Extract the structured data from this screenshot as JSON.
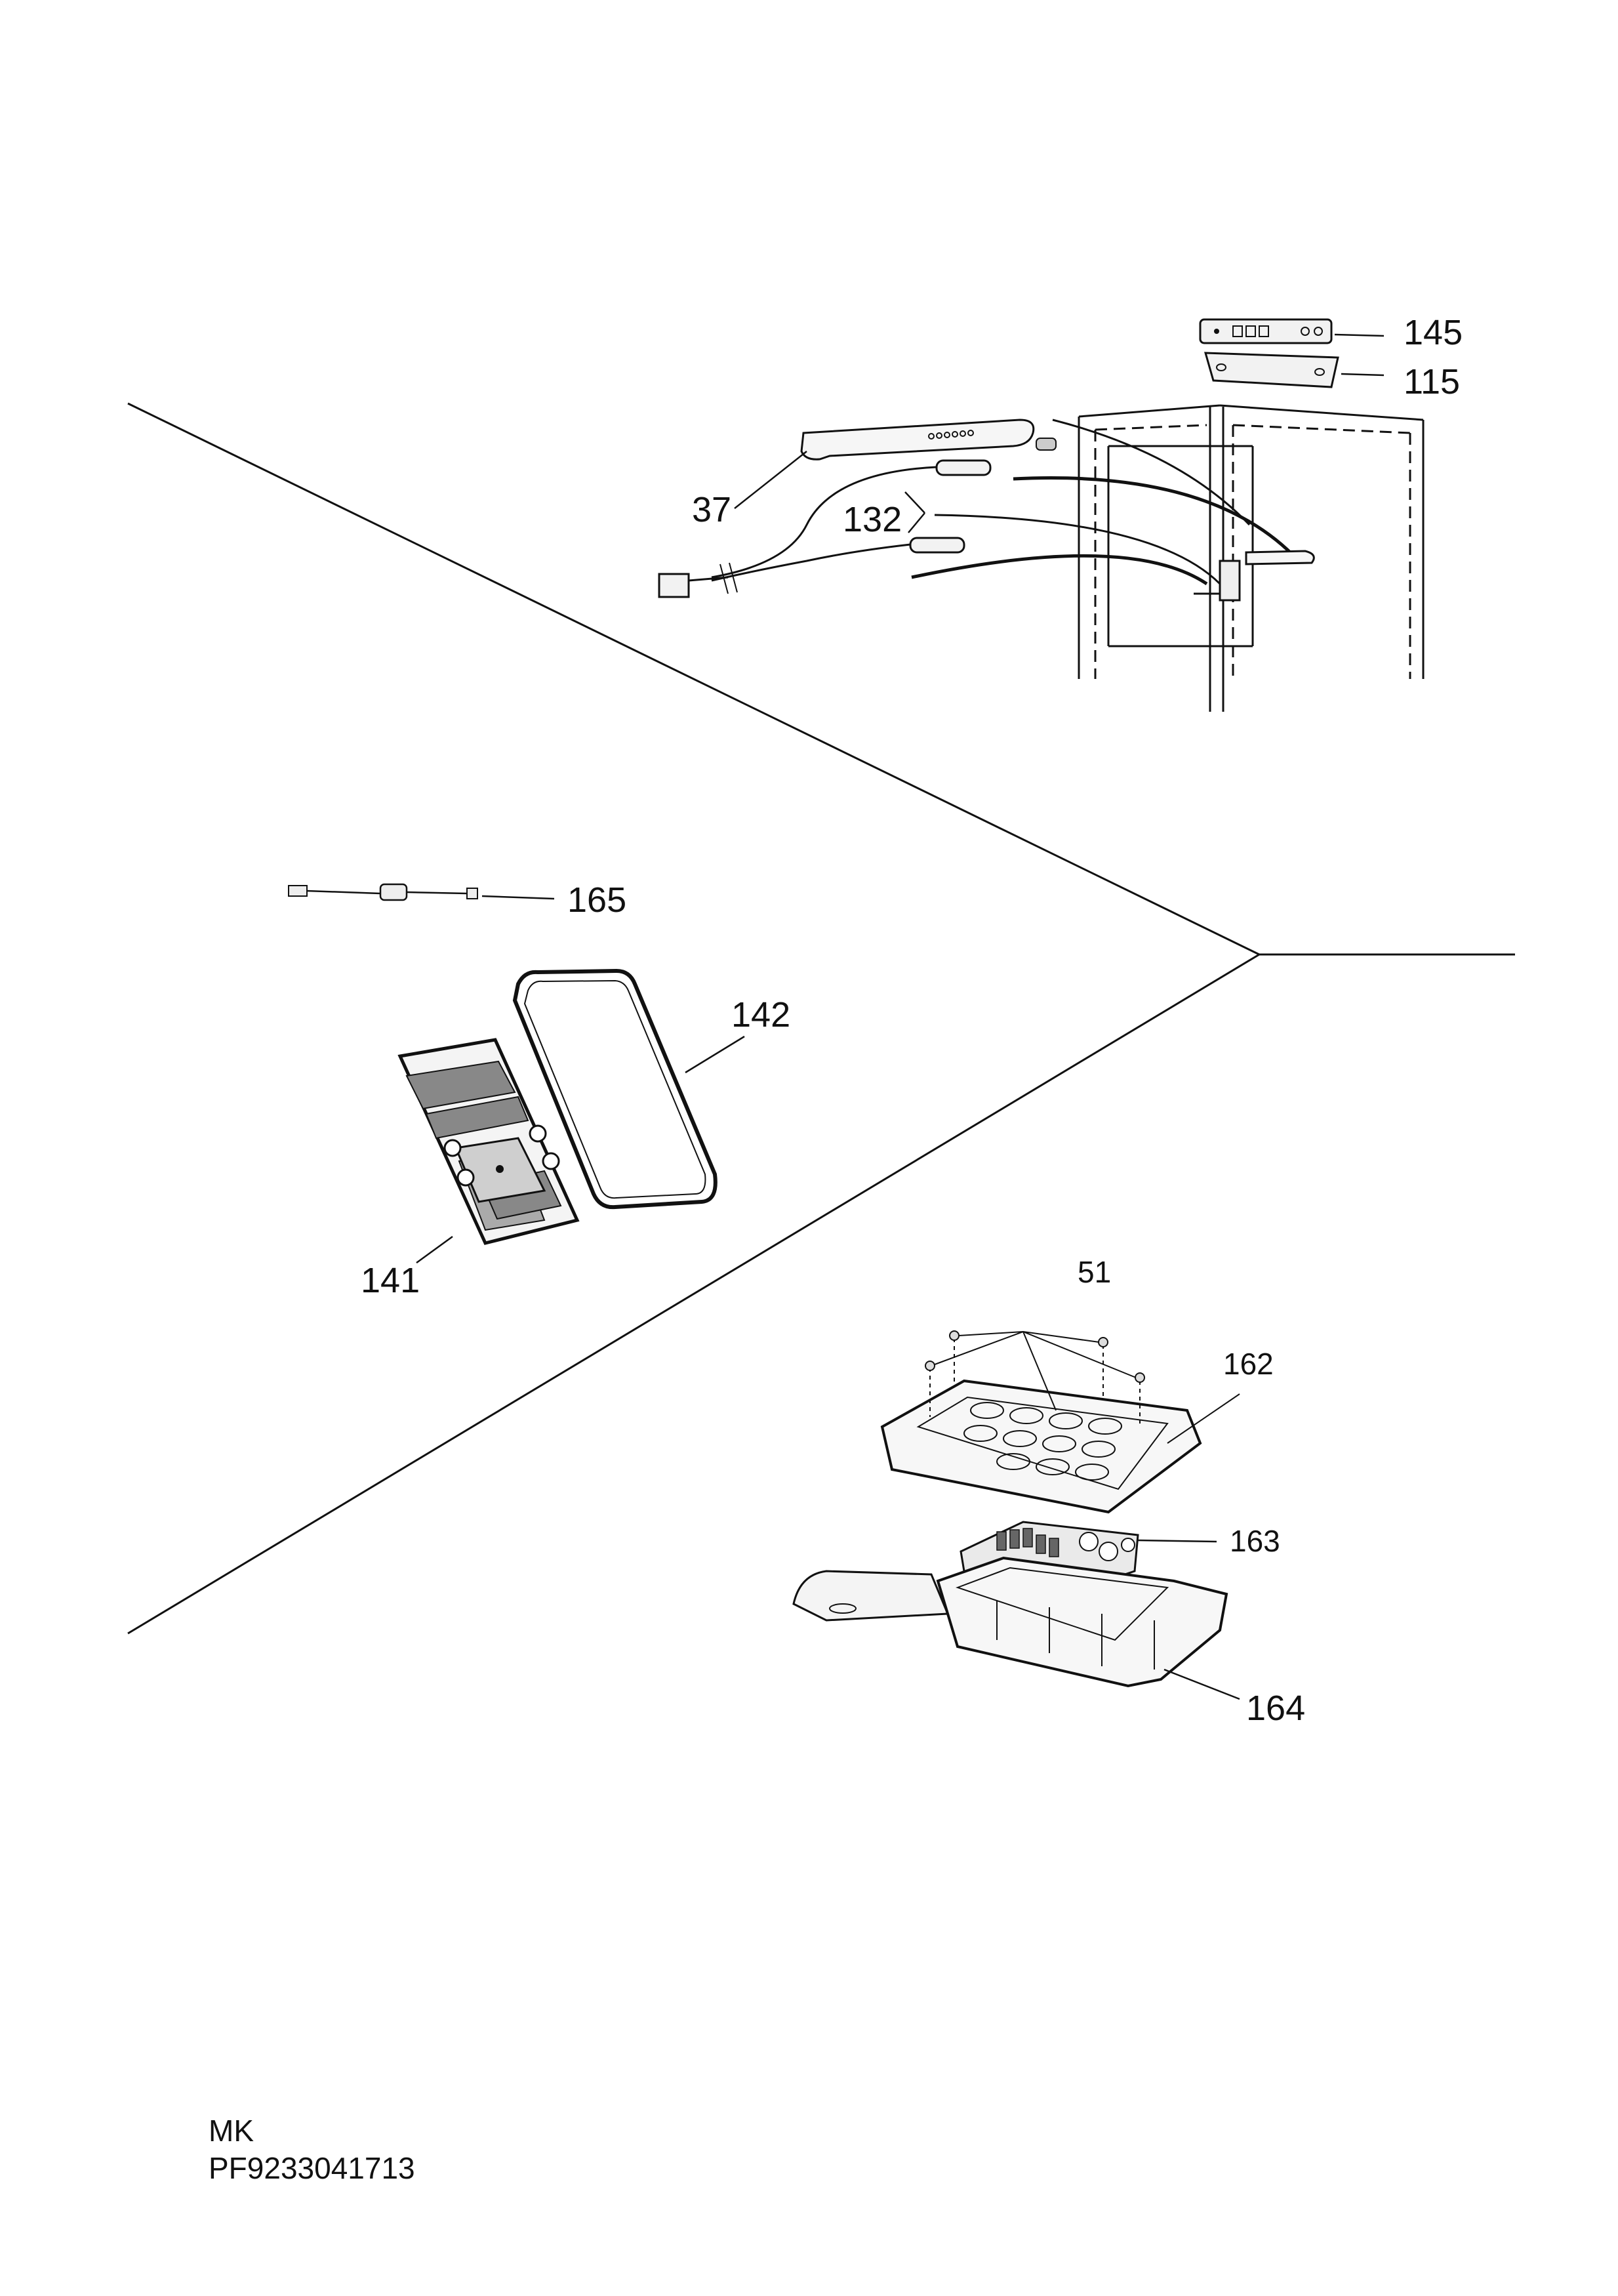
{
  "callouts": {
    "c145": "145",
    "c115": "115",
    "c37": "37",
    "c132": "132",
    "c165": "165",
    "c142": "142",
    "c141": "141",
    "c51": "51",
    "c162": "162",
    "c163": "163",
    "c164": "164"
  },
  "footer": {
    "line1": "MK",
    "line2": "PF9233041713"
  }
}
